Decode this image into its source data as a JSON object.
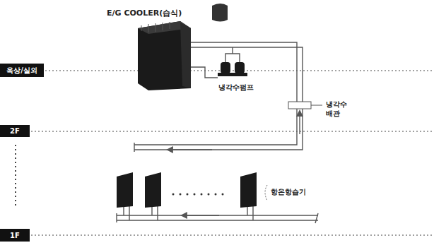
{
  "diagram": {
    "nodes": [
      {
        "text": [
          "옥상/실외"
        ]
      },
      {
        "text": [
          "2F"
        ]
      },
      {
        "text": [
          "1F"
        ]
      }
    ],
    "labels": [
      "E/G COOLER(습식)",
      "냉각수펌프",
      "냉각수 배관",
      "항온항습기"
    ]
  }
}
